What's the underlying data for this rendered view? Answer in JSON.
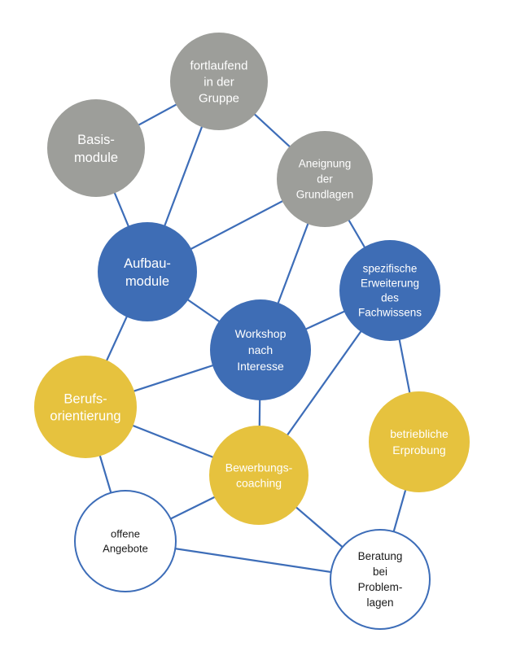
{
  "colors": {
    "edge": "#3d6db8",
    "gray": "#9d9e9a",
    "blue": "#3e6db5",
    "yellow": "#e6c23e",
    "white_fill": "#ffffff",
    "white_stroke": "#3d6db8",
    "text_light": "#ffffff",
    "text_dark": "#1a1a1a"
  },
  "nodes": [
    {
      "id": "fortlaufend",
      "lines": [
        "fortlaufend",
        "in der",
        "Gruppe"
      ],
      "style": "gray"
    },
    {
      "id": "basismodule",
      "lines": [
        "Basis-",
        "module"
      ],
      "style": "gray"
    },
    {
      "id": "aneignung",
      "lines": [
        "Aneignung",
        "der",
        "Grundlagen"
      ],
      "style": "gray"
    },
    {
      "id": "aufbaumodule",
      "lines": [
        "Aufbau-",
        "module"
      ],
      "style": "blue"
    },
    {
      "id": "spezifische",
      "lines": [
        "spezifische",
        "Erweiterung",
        "des",
        "Fachwissens"
      ],
      "style": "blue"
    },
    {
      "id": "workshop",
      "lines": [
        "Workshop",
        "nach",
        "Interesse"
      ],
      "style": "blue"
    },
    {
      "id": "berufsorientierung",
      "lines": [
        "Berufs-",
        "orientierung"
      ],
      "style": "yellow"
    },
    {
      "id": "betriebliche",
      "lines": [
        "betriebliche",
        "Erprobung"
      ],
      "style": "yellow"
    },
    {
      "id": "bewerbungscoaching",
      "lines": [
        "Bewerbungs-",
        "coaching"
      ],
      "style": "yellow"
    },
    {
      "id": "offene",
      "lines": [
        "offene",
        "Angebote"
      ],
      "style": "white"
    },
    {
      "id": "beratung",
      "lines": [
        "Beratung",
        "bei",
        "Problem-",
        "lagen"
      ],
      "style": "white"
    }
  ],
  "edges": [
    [
      "fortlaufend",
      "basismodule"
    ],
    [
      "fortlaufend",
      "aneignung"
    ],
    [
      "fortlaufend",
      "aufbaumodule"
    ],
    [
      "basismodule",
      "aufbaumodule"
    ],
    [
      "aneignung",
      "aufbaumodule"
    ],
    [
      "aneignung",
      "workshop"
    ],
    [
      "aneignung",
      "spezifische"
    ],
    [
      "aufbaumodule",
      "workshop"
    ],
    [
      "aufbaumodule",
      "berufsorientierung"
    ],
    [
      "workshop",
      "spezifische"
    ],
    [
      "workshop",
      "berufsorientierung"
    ],
    [
      "workshop",
      "bewerbungscoaching"
    ],
    [
      "spezifische",
      "bewerbungscoaching"
    ],
    [
      "spezifische",
      "betriebliche"
    ],
    [
      "berufsorientierung",
      "bewerbungscoaching"
    ],
    [
      "berufsorientierung",
      "offene"
    ],
    [
      "bewerbungscoaching",
      "offene"
    ],
    [
      "bewerbungscoaching",
      "beratung"
    ],
    [
      "offene",
      "beratung"
    ],
    [
      "betriebliche",
      "beratung"
    ]
  ]
}
